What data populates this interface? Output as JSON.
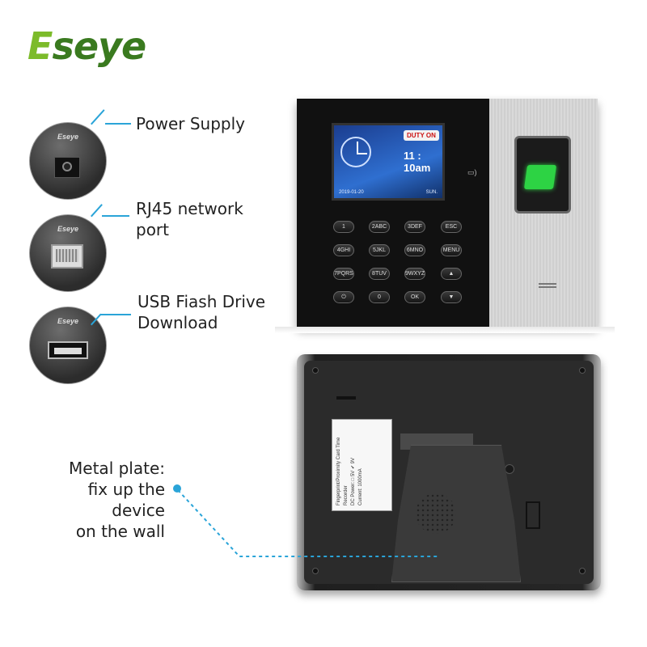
{
  "brand": {
    "logo_first": "E",
    "logo_rest": "seye",
    "color_light": "#7cbb2a",
    "color_dark": "#3a7a1f"
  },
  "accent_color": "#2aa4d8",
  "callouts": [
    {
      "text": "Power Supply",
      "lines": [
        "Power Supply"
      ]
    },
    {
      "text": "RJ45 network port",
      "lines": [
        "RJ45 network",
        "port"
      ]
    },
    {
      "text": "USB Fiash Drive Download",
      "lines": [
        "USB Fiash Drive",
        "Download"
      ]
    },
    {
      "text": "Metal plate: fix up the device on the wall",
      "lines": [
        "Metal plate:",
        "fix up the device",
        "on the wall"
      ]
    }
  ],
  "circle_label": "Eseye",
  "device_screen": {
    "status": "DUTY ON",
    "time": "11 : 10am",
    "date": "2019-01-20",
    "day": "SUN."
  },
  "keypad": [
    [
      "1",
      "2ABC",
      "3DEF",
      "ESC"
    ],
    [
      "4GHI",
      "5JKL",
      "6MNO",
      "MENU"
    ],
    [
      "7PQRS",
      "8TUV",
      "9WXYZ",
      "▲"
    ],
    [
      "⏻",
      "0",
      "OK",
      "▼"
    ]
  ],
  "sticker_lines": [
    "Fingerprint/Proximity Card Time Recorder",
    "DC Power: □ 5V ✔ 9V",
    "Current: 1000mA"
  ]
}
